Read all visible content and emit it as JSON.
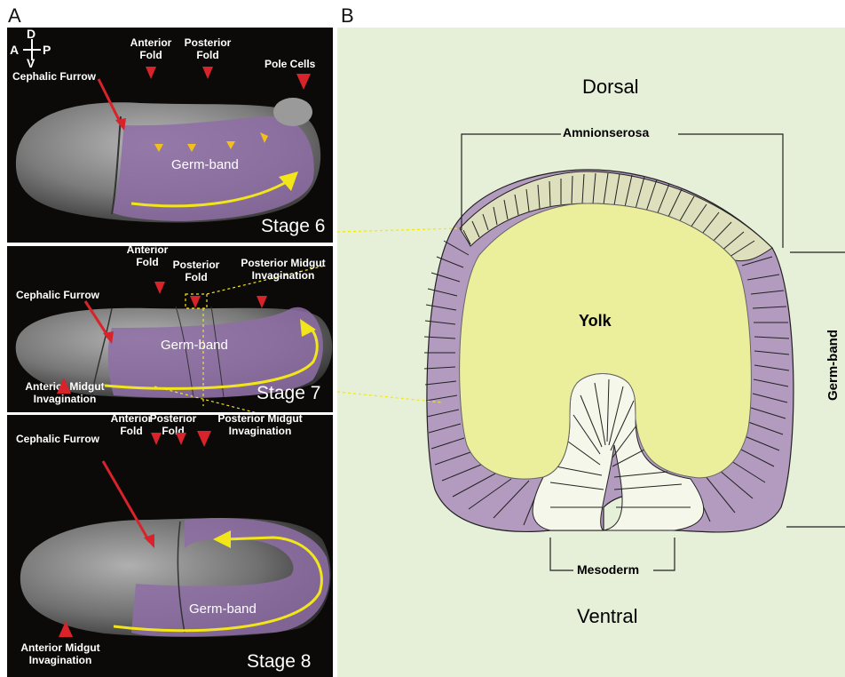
{
  "panel_a": {
    "letter": "A",
    "axis": {
      "d": "D",
      "a": "A",
      "p": "P",
      "v": "V"
    },
    "stage6": {
      "stage": "Stage 6",
      "germ_band": "Germ-band",
      "cephalic_furrow": "Cephalic Furrow",
      "anterior_fold": "Anterior\nFold",
      "posterior_fold": "Posterior\nFold",
      "pole_cells": "Pole Cells"
    },
    "stage7": {
      "stage": "Stage 7",
      "germ_band": "Germ-band",
      "cephalic_furrow": "Cephalic Furrow",
      "anterior_fold": "Anterior\nFold",
      "posterior_fold": "Posterior\nFold",
      "posterior_midgut": "Posterior Midgut\nInvagination",
      "anterior_midgut": "Anterior Midgut\nInvagination"
    },
    "stage8": {
      "stage": "Stage 8",
      "germ_band": "Germ-band",
      "cephalic_furrow": "Cephalic Furrow",
      "anterior_fold": "Anterior\nFold",
      "posterior_fold": "Posterior\nFold",
      "posterior_midgut": "Posterior Midgut\nInvagination",
      "anterior_midgut": "Anterior Midgut\nInvagination"
    }
  },
  "panel_b": {
    "letter": "B",
    "dorsal": "Dorsal",
    "ventral": "Ventral",
    "yolk": "Yolk",
    "amnioserosa": "Amnionserosa",
    "germ_band": "Germ-band",
    "mesoderm": "Mesoderm"
  },
  "colors": {
    "purple": "#b39bc0",
    "yolk": "#ebef9c",
    "amnioserosa": "#dedfbc",
    "background_b": "#e6efd8",
    "marker_red": "#d8232a",
    "arrow_yellow": "#f2e51a"
  }
}
